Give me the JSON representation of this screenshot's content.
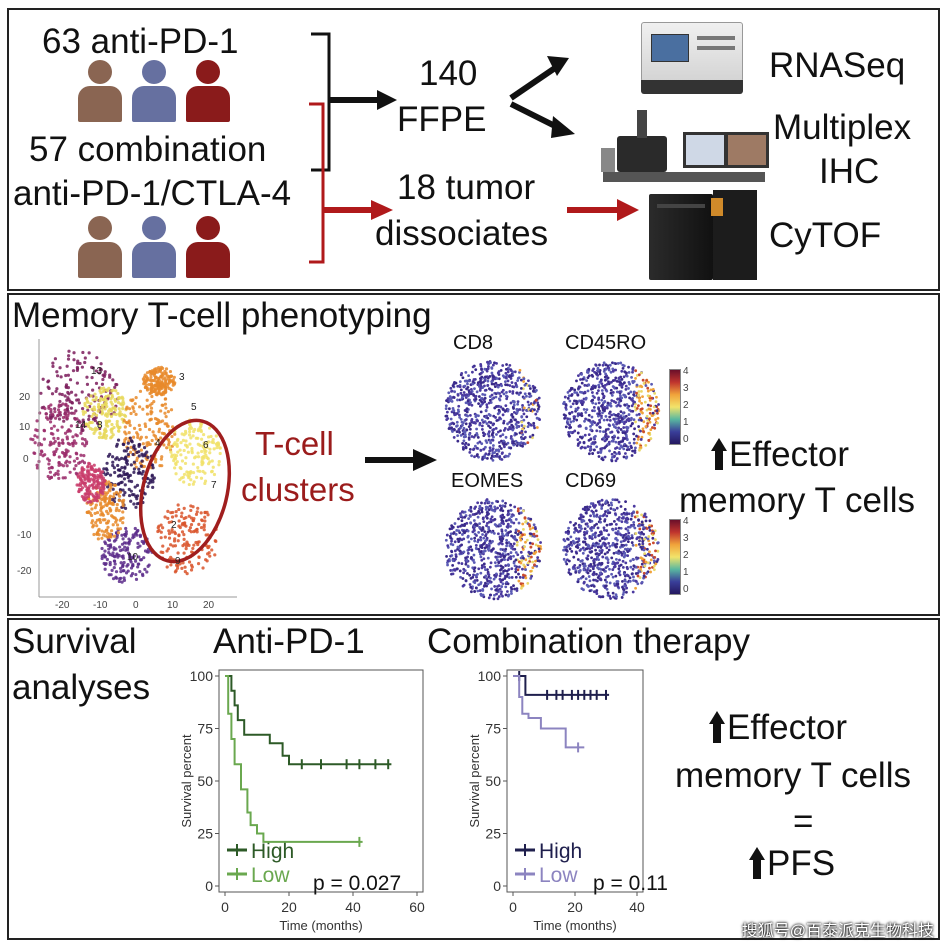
{
  "panel1": {
    "group1_label": "63 anti-PD-1",
    "group2_label_line1": "57 combination",
    "group2_label_line2": "anti-PD-1/CTLA-4",
    "ffpe_line1": "140",
    "ffpe_line2": "FFPE",
    "tumor_line1": "18 tumor",
    "tumor_line2": "dissociates",
    "method1": "RNASeq",
    "method2_line1": "Multiplex",
    "method2_line2": "IHC",
    "method3": "CyTOF",
    "colors": {
      "person1": "#8a6552",
      "person2": "#6670a0",
      "person3": "#8a1b1b",
      "arrow_black": "#111111",
      "arrow_red": "#b0191b",
      "bracket_red": "#b0191b"
    }
  },
  "panel2": {
    "title": "Memory T-cell phenotyping",
    "cluster_label_line1": "T-cell",
    "cluster_label_line2": "clusters",
    "cluster_numbers": [
      "13",
      "14",
      "8",
      "3",
      "5",
      "4",
      "6",
      "7",
      "2",
      "10",
      "9"
    ],
    "tsne_x_ticks": [
      "-20",
      "-10",
      "0",
      "10",
      "20"
    ],
    "tsne_y_ticks": [
      "20",
      "10",
      "0",
      "-10",
      "-20"
    ],
    "markers": [
      "CD8",
      "CD45RO",
      "EOMES",
      "CD69"
    ],
    "colorbar_ticks": [
      "4",
      "3",
      "2",
      "1",
      "0"
    ],
    "conclusion_line1": "Effector",
    "conclusion_line2": "memory T cells",
    "colors": {
      "cluster_outline": "#a01e1e",
      "cluster_text": "#9b1c1c"
    }
  },
  "panel3": {
    "title_line1": "Survival",
    "title_line2": "analyses",
    "conclusion_line1": "Effector",
    "conclusion_line2": "memory T cells",
    "conclusion_equals": "=",
    "conclusion_line3": "PFS"
  },
  "chart_data": [
    {
      "type": "line",
      "title": "Anti-PD-1",
      "xlabel": "Time (months)",
      "ylabel": "Survival percent",
      "xlim": [
        0,
        60
      ],
      "ylim": [
        0,
        100
      ],
      "x_ticks": [
        "0",
        "20",
        "40",
        "60"
      ],
      "y_ticks": [
        "100",
        "75",
        "50",
        "25",
        "0"
      ],
      "annotation": "p = 0.027",
      "series": [
        {
          "name": "High",
          "color": "#2d5a27",
          "steps": [
            [
              0,
              100
            ],
            [
              2,
              93
            ],
            [
              3,
              86
            ],
            [
              4,
              79
            ],
            [
              6,
              72
            ],
            [
              12,
              72
            ],
            [
              14,
              68
            ],
            [
              18,
              62
            ],
            [
              20,
              58
            ],
            [
              52,
              58
            ]
          ],
          "censors": [
            24,
            30,
            38,
            42,
            47,
            51
          ]
        },
        {
          "name": "Low",
          "color": "#6aa84f",
          "steps": [
            [
              0,
              100
            ],
            [
              1,
              82
            ],
            [
              2,
              70
            ],
            [
              3,
              58
            ],
            [
              5,
              46
            ],
            [
              7,
              35
            ],
            [
              8,
              29
            ],
            [
              10,
              25
            ],
            [
              12,
              21
            ],
            [
              43,
              21
            ]
          ],
          "censors": [
            42
          ]
        }
      ]
    },
    {
      "type": "line",
      "title": "Combination therapy",
      "xlabel": "Time (months)",
      "ylabel": "Survival percent",
      "xlim": [
        0,
        40
      ],
      "ylim": [
        0,
        100
      ],
      "x_ticks": [
        "0",
        "20",
        "40"
      ],
      "y_ticks": [
        "100",
        "75",
        "50",
        "25",
        "0"
      ],
      "annotation": "p = 0.11",
      "series": [
        {
          "name": "High",
          "color": "#1f1f4d",
          "steps": [
            [
              0,
              100
            ],
            [
              3,
              100
            ],
            [
              4,
              91
            ],
            [
              31,
              91
            ]
          ],
          "censors": [
            2,
            11,
            14,
            16,
            19,
            21,
            23,
            25,
            27,
            30
          ]
        },
        {
          "name": "Low",
          "color": "#8c84c0",
          "steps": [
            [
              0,
              100
            ],
            [
              2,
              90
            ],
            [
              3,
              82
            ],
            [
              5,
              80
            ],
            [
              9,
              75
            ],
            [
              16,
              75
            ],
            [
              17,
              66
            ],
            [
              23,
              66
            ]
          ],
          "censors": [
            21
          ]
        }
      ]
    }
  ],
  "watermark": "搜狐号@百泰派克生物科技"
}
